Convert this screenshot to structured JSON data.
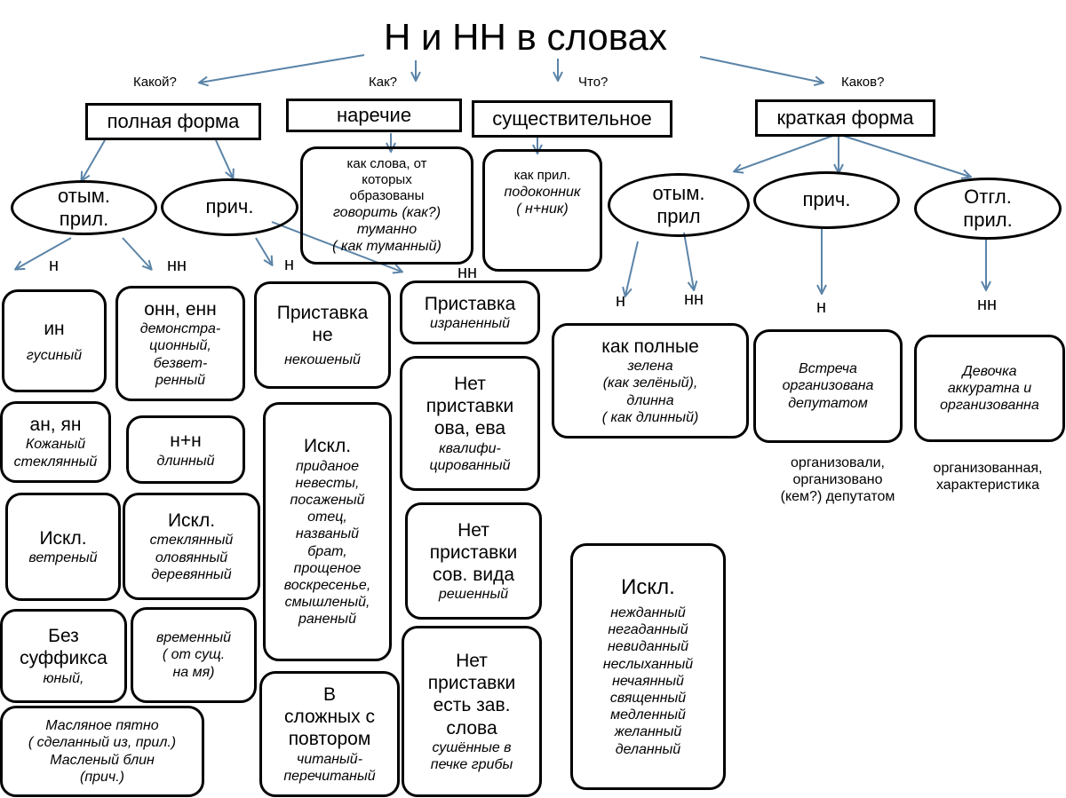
{
  "title": "Н и НН в словах",
  "questions": {
    "kakoy": "Какой?",
    "kak": "Как?",
    "chto": "Что?",
    "kakov": "Каков?"
  },
  "forms": {
    "full": "полная форма",
    "adverb": "наречие",
    "noun": "существительное",
    "short": "краткая форма"
  },
  "nodes": {
    "otym_full": [
      "отым.",
      "прил."
    ],
    "prich_full": "прич.",
    "otym_short": [
      "отым.",
      "прил"
    ],
    "prich_short": "прич.",
    "otgl_short": [
      "Отгл.",
      "прил."
    ]
  },
  "letters": {
    "n1": "н",
    "nn1": "нн",
    "n2": "н",
    "nn2": "нн",
    "n3": "н",
    "nn3": "нн",
    "n4": "н",
    "nn4": "нн"
  },
  "adverb_box": [
    "как слова, от",
    "которых",
    "образованы",
    "говорить (как?)",
    "туманно",
    "( как туманный)"
  ],
  "noun_box": [
    "как прил.",
    "подоконник",
    "( н+ник)"
  ],
  "c1": {
    "b1": [
      "ин",
      "гусиный"
    ],
    "b2": [
      "ан, ян",
      "Кожаный",
      "стеклянный"
    ],
    "b3": [
      "Искл.",
      "ветреный"
    ],
    "b4": [
      "Без",
      "суффикса",
      "юный,"
    ],
    "b5": [
      "Масляное пятно",
      "( сделанный из, прил.)",
      "Масленый блин",
      "(прич.)"
    ]
  },
  "c2": {
    "b1": [
      "онн, енн",
      "демонстра-",
      "ционный,",
      "безвет-",
      "ренный"
    ],
    "b2": [
      "н+н",
      "длинный"
    ],
    "b3": [
      "Искл.",
      "стеклянный",
      "оловянный",
      "деревянный"
    ],
    "b4": [
      "временный",
      "( от сущ.",
      "на мя)"
    ]
  },
  "c3": {
    "b1": [
      "Приставка",
      "не",
      "некошеный"
    ],
    "b2": [
      "Искл.",
      "приданое",
      "невесты,",
      "посаженый",
      "отец,",
      "названый",
      "брат,",
      "прощеное",
      "воскресенье,",
      "смышленый,",
      "раненый"
    ],
    "b3": [
      "В",
      "сложных с",
      "повтором",
      "читаный-",
      "перечитаный"
    ]
  },
  "c4": {
    "b1": [
      "Приставка",
      "израненный"
    ],
    "b2": [
      "Нет",
      "приставки",
      "ова, ева",
      "квалифи-",
      "цированный"
    ],
    "b3": [
      "Нет",
      "приставки",
      "сов. вида",
      "решенный"
    ],
    "b4": [
      "Нет",
      "приставки",
      "есть зав.",
      "слова",
      "сушённые в",
      "печке грибы"
    ]
  },
  "right": {
    "full_like": [
      "как полные",
      "зелена",
      "(как зелёный),",
      "длинна",
      "( как длинный)"
    ],
    "exc": [
      "Искл.",
      "нежданный",
      "негаданный",
      "невиданный",
      "неслыханный",
      "нечаянный",
      "священный",
      "медленный",
      "желанный",
      "деланный"
    ],
    "meeting": [
      "Встреча",
      "организована",
      "депутатом"
    ],
    "girl": [
      "Девочка",
      "аккуратна и",
      "организованна"
    ],
    "note1": [
      "организовали,",
      "организовано",
      "(кем?) депутатом"
    ],
    "note2": [
      "организованная,",
      "характеристика"
    ]
  },
  "colors": {
    "arrow": "#5b84a8",
    "border": "#000000"
  }
}
